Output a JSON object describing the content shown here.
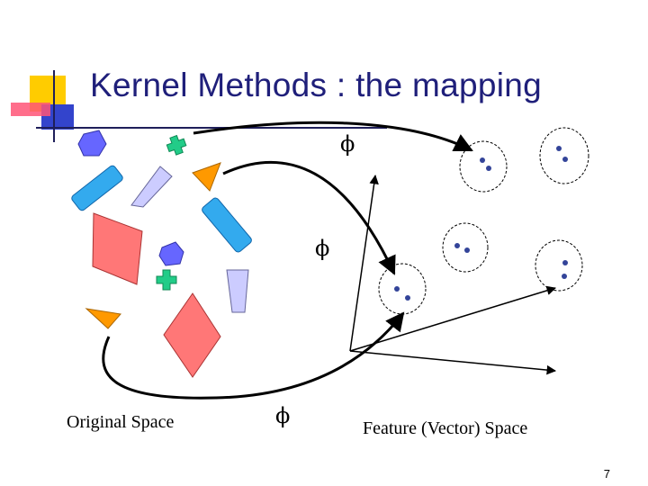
{
  "slide": {
    "title": "Kernel Methods : the mapping",
    "page_number": "7"
  },
  "labels": {
    "original_space": "Original Space",
    "feature_space": "Feature (Vector) Space",
    "phi_symbol": "ϕ"
  },
  "colors": {
    "title": "#1f1f7a",
    "accent_yellow": "#ffcc00",
    "accent_blue": "#3333cc",
    "accent_red": "#ff3333",
    "hexagon": "#6666ff",
    "cross": "#22cc88",
    "triangle": "#ff9900",
    "rounded_rect": "#33aaee",
    "diamond": "#ff7777",
    "lavender": "#ccccff",
    "dot": "#334499"
  }
}
